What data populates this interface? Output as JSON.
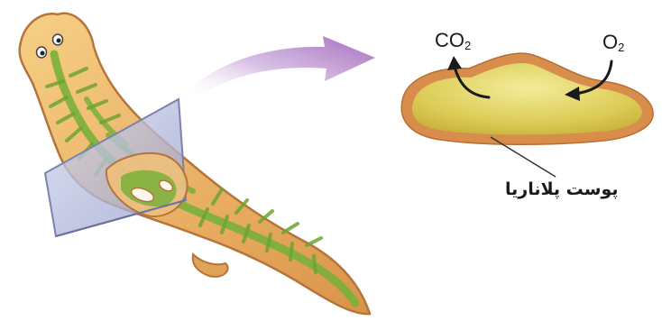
{
  "labels": {
    "co2_main": "CO",
    "co2_sub": "2",
    "o2_main": "O",
    "o2_sub": "2",
    "skin_caption": "پوست پلاناریا"
  },
  "colors": {
    "worm_body": "#e9b368",
    "worm_outline": "#b4743a",
    "gut": "#7fb23a",
    "plane": "#b9bfe0",
    "arrow": "#b07bc4",
    "section_fill": "#dccb58",
    "section_rim": "#d98d4c",
    "leader_line": "#333333"
  }
}
